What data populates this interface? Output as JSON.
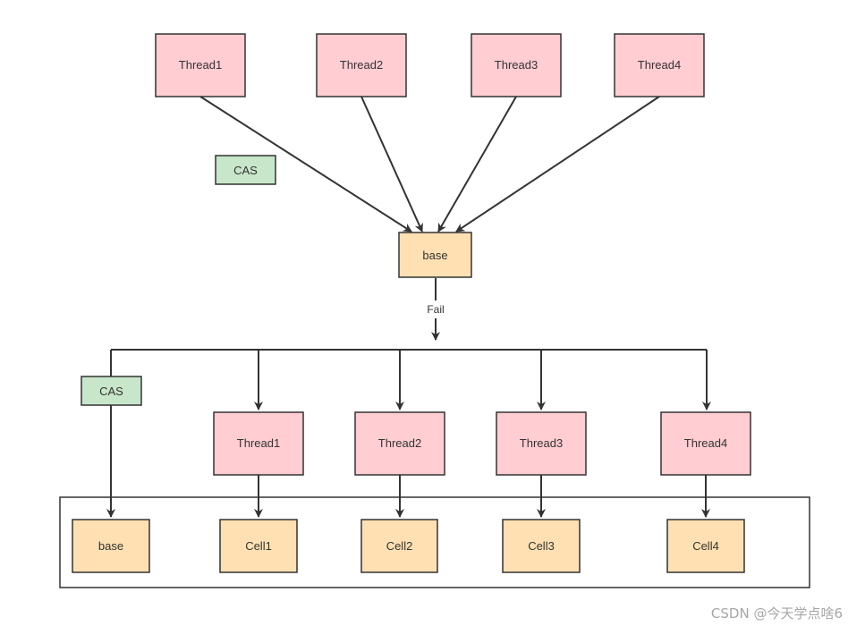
{
  "colors": {
    "thread_fill": "#ffcdd2",
    "value_fill": "#ffe0b2",
    "cas_fill": "#c8e6c9",
    "stroke": "#333333",
    "watermark": "#a6a6a6"
  },
  "top": {
    "threads": [
      "Thread1",
      "Thread2",
      "Thread3",
      "Thread4"
    ],
    "cas_label": "CAS",
    "base_label": "base",
    "fail_label": "Fail"
  },
  "bottom": {
    "cas_label": "CAS",
    "threads": [
      "Thread1",
      "Thread2",
      "Thread3",
      "Thread4"
    ],
    "base_label": "base",
    "cells": [
      "Cell1",
      "Cell2",
      "Cell3",
      "Cell4"
    ]
  },
  "watermark": "CSDN @今天学点啥6"
}
